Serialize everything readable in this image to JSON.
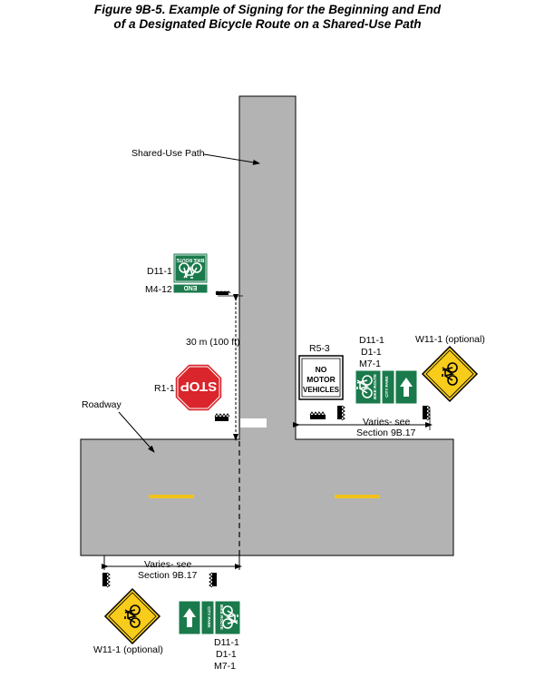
{
  "figure": {
    "title_line1": "Figure 9B-5.  Example of Signing for the Beginning and End",
    "title_line2": "of a Designated Bicycle Route on a Shared-Use Path"
  },
  "labels": {
    "shared_use_path": "Shared-Use Path",
    "roadway": "Roadway",
    "distance": "30 m (100 ft)",
    "varies_right_1": "Varies- see",
    "varies_right_2": "Section 9B.17",
    "varies_bottom_1": "Varies- see",
    "varies_bottom_2": "Section 9B.17"
  },
  "sign_codes": {
    "end_d11": "D11-1",
    "end_m4": "M4-12",
    "stop_r1": "R1-1",
    "r5": "R5-3",
    "right_d11": "D11-1",
    "right_d1": "D1-1",
    "right_m7": "M7-1",
    "right_w11": "W11-1 (optional)",
    "bottom_w11": "W11-1 (optional)",
    "bottom_d11": "D11-1",
    "bottom_d1": "D1-1",
    "bottom_m7": "M7-1"
  },
  "sign_text": {
    "stop": "STOP",
    "no_motor_1": "NO",
    "no_motor_2": "MOTOR",
    "no_motor_3": "VEHICLES",
    "bike_route": "BIKE ROUTE",
    "end": "END",
    "city_park": "CITY PARK"
  },
  "colors": {
    "pavement": "#b3b3b3",
    "sign_green": "#1a7a4c",
    "stop_red": "#d9252b",
    "warning_yellow": "#f7cc1b",
    "center_line": "#f2c21b"
  }
}
